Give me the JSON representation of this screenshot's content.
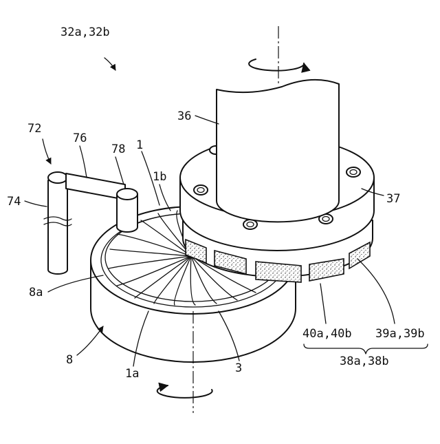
{
  "labels": {
    "assembly": "32a,32b",
    "shaft": "36",
    "head": "37",
    "unit_72": "72",
    "arm_76": "76",
    "part_78": "78",
    "part_1": "1",
    "part_1b": "1b",
    "post_74": "74",
    "platen_edge": "8a",
    "platen": "8",
    "part_1a": "1a",
    "part_3": "3",
    "pads_label": "40a,40b",
    "segments_label": "39a,39b",
    "group_label": "38a,38b"
  },
  "icons": {
    "upper_rotation": "rotation-arrow-icon",
    "lower_rotation": "rotation-arrow-icon",
    "bolts": "bolt-icon"
  }
}
